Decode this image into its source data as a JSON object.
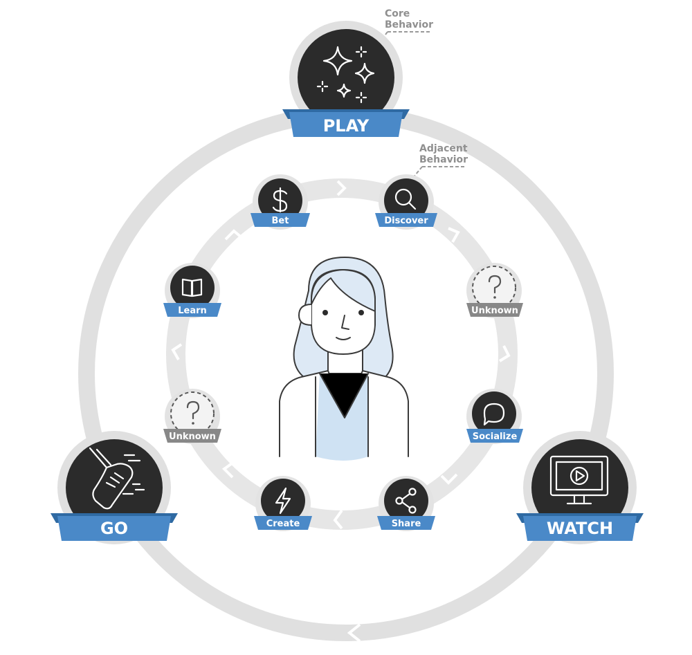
{
  "diagram": {
    "annotations": {
      "core": [
        "Core",
        "Behavior"
      ],
      "adjacent": [
        "Adjacent",
        "Behavior"
      ]
    },
    "core_behaviors": {
      "play": {
        "label": "PLAY",
        "icon": "sparkles-icon"
      },
      "watch": {
        "label": "WATCH",
        "icon": "monitor-play-icon"
      },
      "go": {
        "label": "GO",
        "icon": "running-shoe-icon"
      }
    },
    "adjacent_behaviors": {
      "bet": {
        "label": "Bet",
        "icon": "dollar-icon"
      },
      "discover": {
        "label": "Discover",
        "icon": "magnifier-icon"
      },
      "unknown_right": {
        "label": "Unknown",
        "icon": "question-mark-icon"
      },
      "socialize": {
        "label": "Socialize",
        "icon": "speech-bubble-icon"
      },
      "share": {
        "label": "Share",
        "icon": "share-icon"
      },
      "create": {
        "label": "Create",
        "icon": "lightning-icon"
      },
      "unknown_left": {
        "label": "Unknown",
        "icon": "question-mark-icon"
      },
      "learn": {
        "label": "Learn",
        "icon": "open-book-icon"
      }
    },
    "colors": {
      "ring": "#e0e0e0",
      "node_dark": "#2b2b2b",
      "badge_blue": "#4a89c8",
      "badge_blue_dark": "#2f6aa3",
      "badge_gray": "#888888",
      "person_fill": "#cfe2f3",
      "line": "#3a3a3a"
    }
  }
}
